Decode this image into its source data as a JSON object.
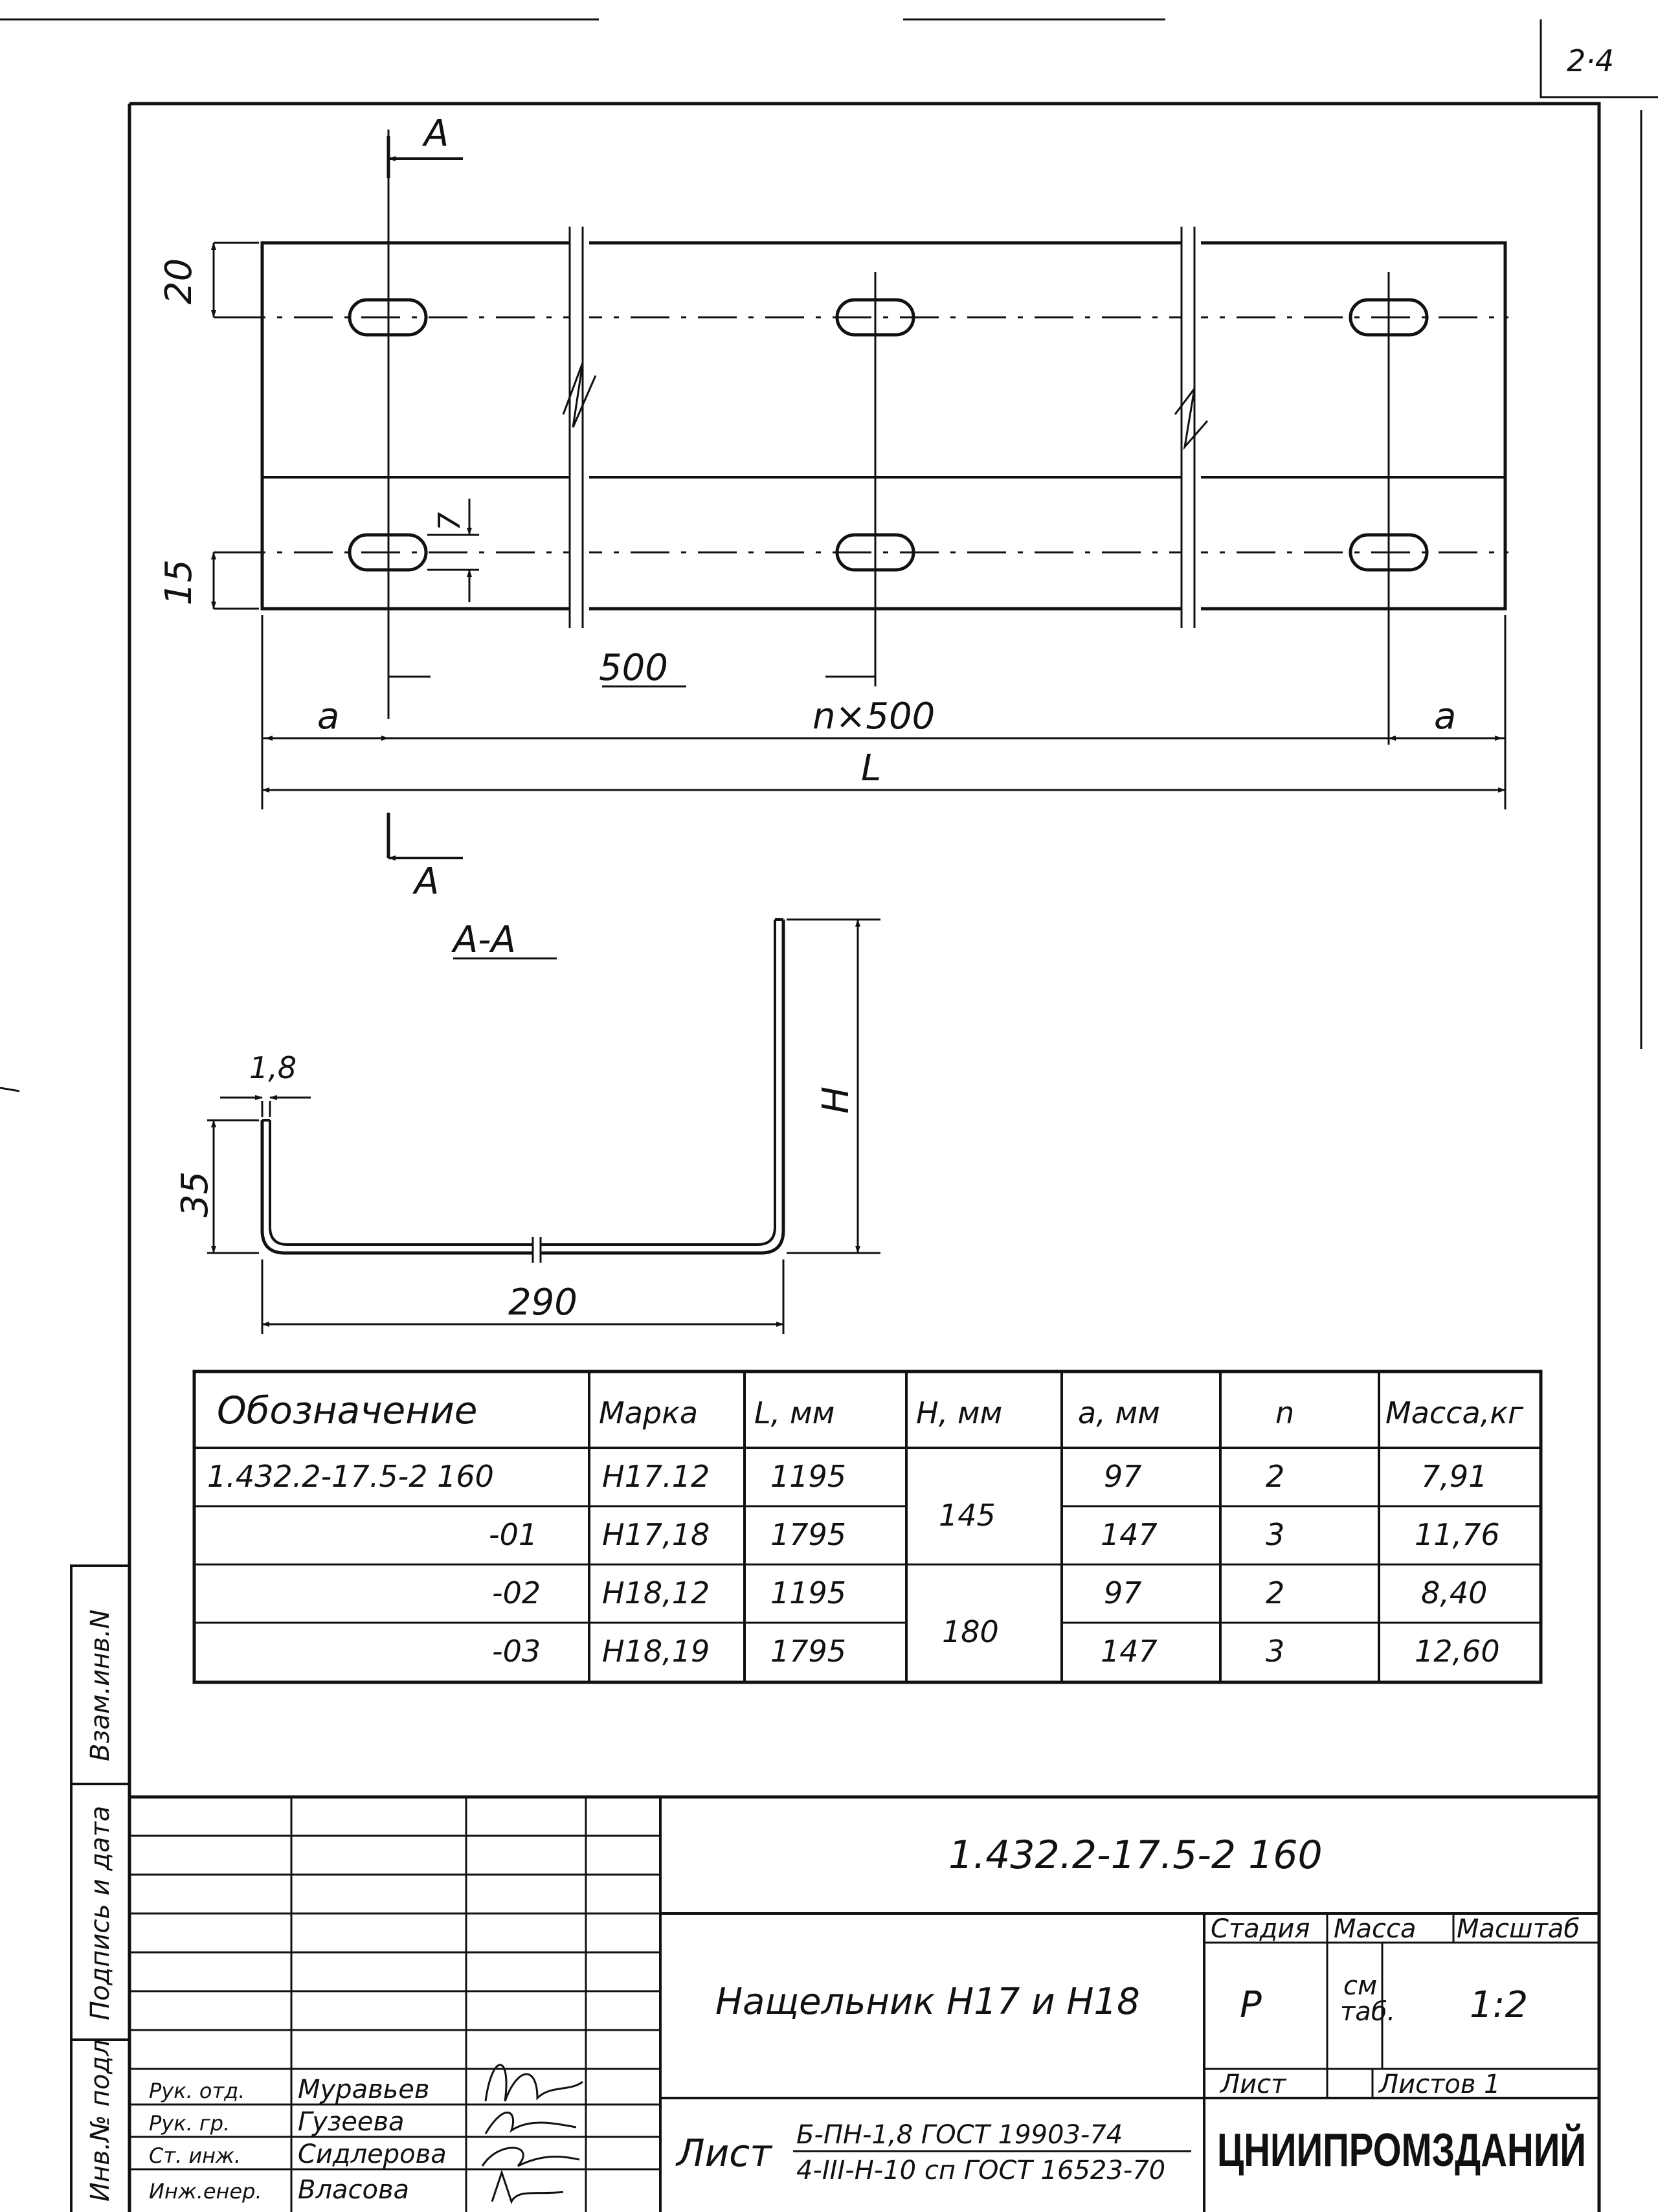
{
  "sheet_corner": "2·4",
  "view": {
    "section_mark": "А",
    "section_title": "А-А",
    "dim_top_band": "20",
    "dim_bottom_band": "15",
    "dim_slot_height": "7",
    "dim_pitch": "500",
    "dim_edge_left": "a",
    "dim_edge_right": "a",
    "dim_repeat": "n×500",
    "dim_length": "L"
  },
  "section": {
    "dim_thickness": "1,8",
    "dim_flange": "35",
    "dim_width": "290",
    "dim_height": "H"
  },
  "table": {
    "headers": [
      "Обозначение",
      "Марка",
      "L, мм",
      "H, мм",
      "a, мм",
      "n",
      "Масса,кг"
    ],
    "rows": [
      {
        "designation": "1.432.2-17.5-2 160",
        "mark": "Н17.12",
        "L": "1195",
        "a": "97",
        "n": "2",
        "mass": "7,91"
      },
      {
        "designation": "-01",
        "mark": "Н17,18",
        "L": "1795",
        "a": "147",
        "n": "3",
        "mass": "11,76"
      },
      {
        "designation": "-02",
        "mark": "Н18,12",
        "L": "1195",
        "a": "97",
        "n": "2",
        "mass": "8,40"
      },
      {
        "designation": "-03",
        "mark": "Н18,19",
        "L": "1795",
        "a": "147",
        "n": "3",
        "mass": "12,60"
      }
    ],
    "h_groups": [
      "145",
      "180"
    ]
  },
  "side_stamps": [
    "Взам.инв.N",
    "Подпись и дата",
    "Инв.№ подл"
  ],
  "title_block": {
    "doc_number": "1.432.2-17.5-2 160",
    "name": "Нащельник Н17 и Н18",
    "col_stage": "Стадия",
    "col_mass": "Масса",
    "col_scale": "Масштаб",
    "stage": "Р",
    "mass_line1": "см",
    "mass_line2": "таб.",
    "scale": "1:2",
    "sheet_label": "Лист",
    "sheets_label": "Листов 1",
    "material_label": "Лист",
    "material_top": "Б-ПН-1,8 ГОСТ 19903-74",
    "material_bottom": "4-III-Н-10 сп ГОСТ 16523-70",
    "org": "ЦНИИПРОМЗДАНИЙ",
    "people": [
      {
        "role": "Рук. отд.",
        "name": "Муравьев"
      },
      {
        "role": "Рук. гр.",
        "name": "Гузеева"
      },
      {
        "role": "Ст. инж.",
        "name": "Сидлерова"
      },
      {
        "role": "Инж.енер.",
        "name": "Власова"
      }
    ]
  }
}
